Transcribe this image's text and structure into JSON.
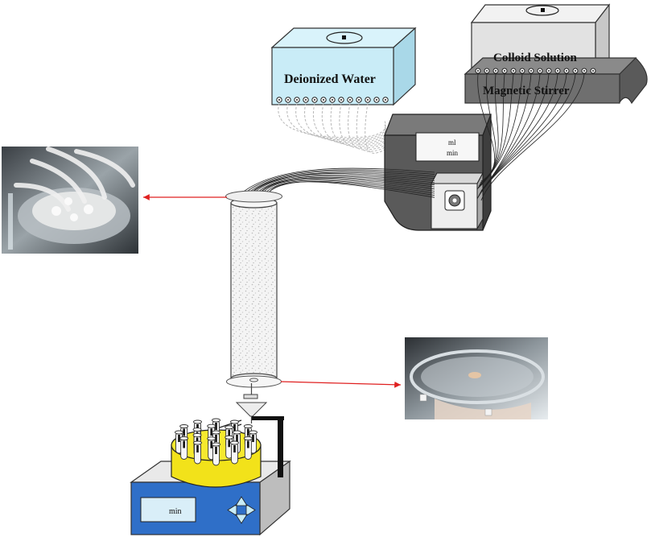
{
  "labels": {
    "deionized_water": "Deionized Water",
    "colloid_solution": "Colloid Solution",
    "magnetic_stirrer": "Magnetic Stirrer",
    "pump_unit_top": "ml",
    "pump_unit_bottom": "min",
    "collector_display": "min"
  },
  "colors": {
    "water_tank": "#c9ecf7",
    "colloid_tank": "#e2e2e2",
    "stirrer": "#6f6f6f",
    "pump_body": "#5a5a5a",
    "collector_base": "#2f6fc8",
    "carousel": "#f2e21a",
    "arrow": "#e02020"
  },
  "photos": {
    "top_photo": "column inlet photo",
    "bottom_photo": "column outlet photo"
  }
}
